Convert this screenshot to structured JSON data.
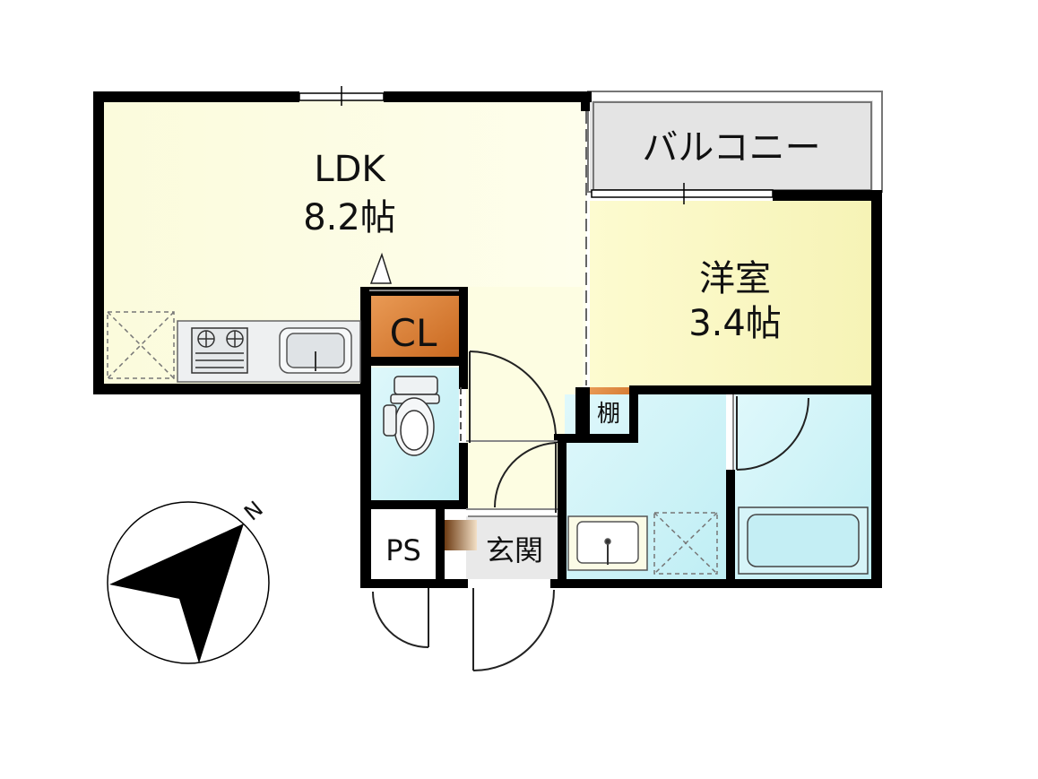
{
  "rooms": {
    "ldk": {
      "name": "LDK",
      "size": "8.2帖"
    },
    "western": {
      "name": "洋室",
      "size": "3.4帖"
    },
    "balcony": {
      "name": "バルコニー"
    },
    "closet": {
      "name": "CL"
    },
    "shelf": {
      "name": "棚"
    },
    "ps": {
      "name": "PS"
    },
    "entrance": {
      "name": "玄関"
    }
  },
  "compass": {
    "label": "N"
  },
  "colors": {
    "wall": "#000000",
    "ldk_fill": "#fdfde2",
    "western_fill": "#fbf9c4",
    "wet_fill": "#cdf3f7",
    "storage_fill": "#d97a37",
    "balcony_fill": "#e4e4e4",
    "entrance_fill": "#e9e9e9"
  },
  "icons": [
    "stove-icon",
    "sink-icon",
    "toilet-icon",
    "washbasin-icon",
    "bathtub-icon",
    "compass-icon",
    "fridge-space-icon",
    "washer-space-icon"
  ]
}
